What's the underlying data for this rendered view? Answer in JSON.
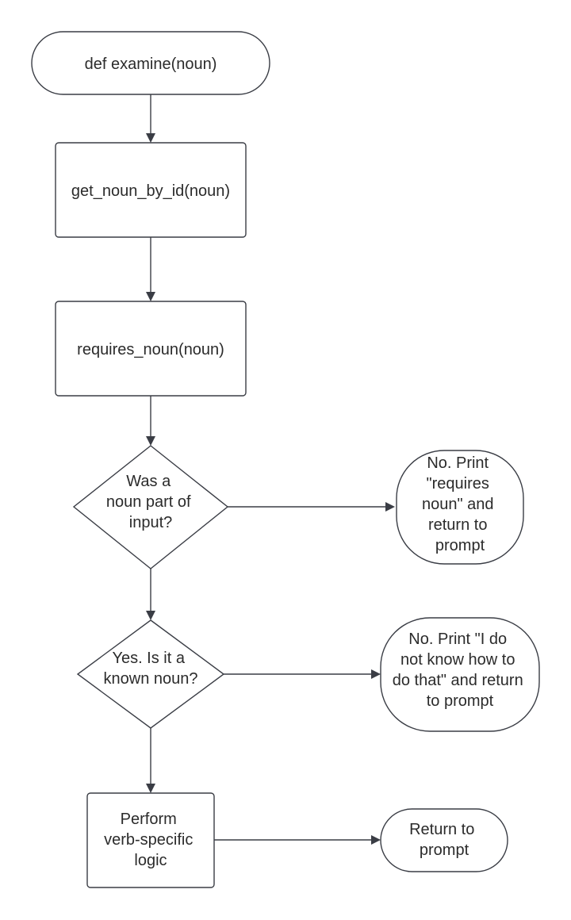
{
  "nodes": {
    "start": {
      "lines": [
        "def examine(noun)"
      ]
    },
    "get_noun": {
      "lines": [
        "get_noun_by_id(noun)"
      ]
    },
    "requires_noun": {
      "lines": [
        "requires_noun(noun)"
      ]
    },
    "decision_noun_part": {
      "lines": [
        "Was a",
        "noun part of",
        "input?"
      ]
    },
    "end_requires_noun": {
      "lines": [
        "No. Print",
        "\"requires",
        "noun\" and",
        "return to",
        "prompt"
      ]
    },
    "decision_known": {
      "lines": [
        "Yes. Is it a",
        "known noun?"
      ]
    },
    "end_unknown": {
      "lines": [
        "No. Print \"I do",
        "not know how to",
        "do that\" and return",
        "to prompt"
      ]
    },
    "perform_logic": {
      "lines": [
        "Perform",
        "verb-specific",
        "logic"
      ]
    },
    "end_return": {
      "lines": [
        "Return to",
        "prompt"
      ]
    }
  },
  "colors": {
    "stroke": "#3a3d45",
    "text": "#2b2b2b",
    "fill": "#ffffff"
  }
}
